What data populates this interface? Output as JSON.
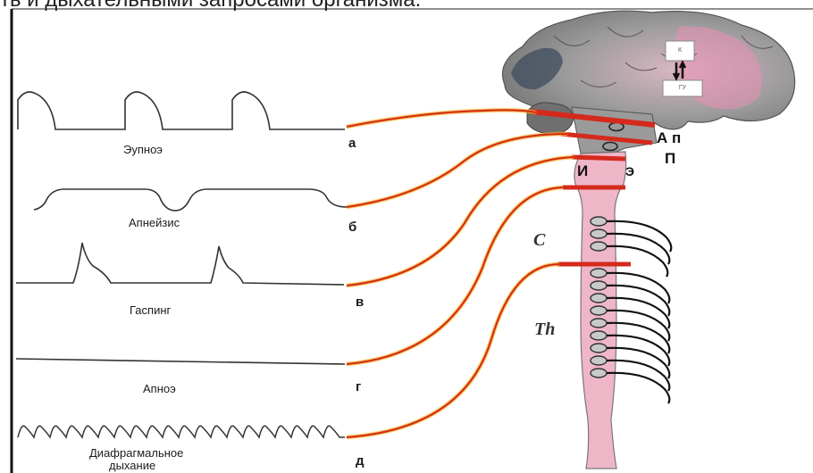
{
  "caption": "ть и дыхательными запросами организма.",
  "patterns": [
    {
      "name": "Эупноэ",
      "letter": "а"
    },
    {
      "name": "Апнейзис",
      "letter": "б"
    },
    {
      "name": "Гаспинг",
      "letter": "в"
    },
    {
      "name": "Апноэ",
      "letter": "г"
    },
    {
      "name": "Диафрагмальное дыхание",
      "name_line1": "Диафрагмальное",
      "name_line2": "дыхание",
      "letter": "д"
    }
  ],
  "brain_labels": {
    "cortex_top": "К",
    "cortex_bottom": "ГУ",
    "pneumotaxic": "А п",
    "pons": "П",
    "medulla_left": "И",
    "medulla_right": "Э",
    "cervical": "C",
    "thoracic": "Th"
  },
  "colors": {
    "nerve_line": "#d42a1c",
    "nerve_glow": "#f2b12a",
    "spinal_cord": "#efb6c8",
    "brain_gray": "#8a8a8a",
    "brain_pink": "#e98fb4",
    "wave": "#333333"
  }
}
